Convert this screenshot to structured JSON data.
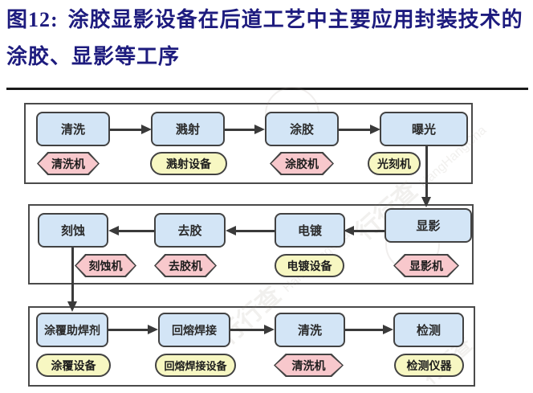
{
  "title": {
    "prefix": "图12:",
    "line1": "涂胶显影设备在后道工艺中主要应用封装技术的",
    "line2": "涂胶、显影等工序"
  },
  "watermark": {
    "text_cn": "行行查",
    "text_en": "HangHangCha"
  },
  "colors": {
    "title_navy": "#1d1b7e",
    "process_box_fill": "#d3e5f6",
    "hexagon_fill": "#f8c8cc",
    "pill_fill": "#f7f7c2",
    "shape_border": "#424242",
    "panel_border": "#4a4a4a",
    "arrow": "#3a3a3a"
  },
  "diagram": {
    "rows": [
      {
        "direction": "left-to-right",
        "steps": [
          {
            "process": "清洗",
            "equipment": "清洗机",
            "equipment_shape": "hexagon"
          },
          {
            "process": "溅射",
            "equipment": "溅射设备",
            "equipment_shape": "pill"
          },
          {
            "process": "涂胶",
            "equipment": "涂胶机",
            "equipment_shape": "hexagon"
          },
          {
            "process": "曝光",
            "equipment": "光刻机",
            "equipment_shape": "pill"
          }
        ]
      },
      {
        "direction": "right-to-left",
        "steps": [
          {
            "process": "刻蚀",
            "equipment": "刻蚀机",
            "equipment_shape": "hexagon"
          },
          {
            "process": "去胶",
            "equipment": "去胶机",
            "equipment_shape": "hexagon"
          },
          {
            "process": "电镀",
            "equipment": "电镀设备",
            "equipment_shape": "pill"
          },
          {
            "process": "显影",
            "equipment": "显影机",
            "equipment_shape": "hexagon"
          }
        ]
      },
      {
        "direction": "left-to-right",
        "steps": [
          {
            "process": "涂覆助焊剂",
            "equipment": "涂覆设备",
            "equipment_shape": "pill"
          },
          {
            "process": "回熔焊接",
            "equipment": "回熔焊接设备",
            "equipment_shape": "pill"
          },
          {
            "process": "清洗",
            "equipment": "清洗机",
            "equipment_shape": "hexagon"
          },
          {
            "process": "检测",
            "equipment": "检测仪器",
            "equipment_shape": "pill"
          }
        ]
      }
    ]
  }
}
